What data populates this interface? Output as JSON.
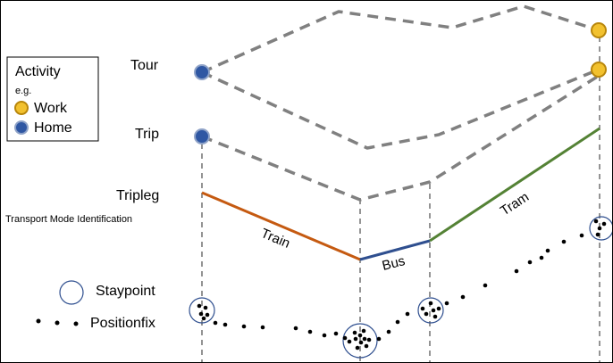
{
  "legend": {
    "title": "Activity",
    "eg": "e.g.",
    "items": [
      {
        "label": "Work",
        "icon": "work-activity-icon"
      },
      {
        "label": "Home",
        "icon": "home-activity-icon"
      }
    ]
  },
  "levels": {
    "tour": "Tour",
    "trip": "Trip",
    "tripleg": "Tripleg",
    "mode_identification": "Transport Mode Identification"
  },
  "tripleg_modes": {
    "train": "Train",
    "bus": "Bus",
    "tram": "Tram"
  },
  "staypoint_label": "Staypoint",
  "positionfix_label": "Positionfix",
  "colors": {
    "work": "#f2c12e",
    "work_ring": "#b8860b",
    "home": "#2f57a3",
    "home_ring": "#8fa3c8",
    "train": "#c55a11",
    "bus": "#2f4f8f",
    "tram": "#548235",
    "dashed": "#808080",
    "guide": "#707070",
    "staypoint_ring": "#2f4f8f",
    "point": "#000000"
  }
}
